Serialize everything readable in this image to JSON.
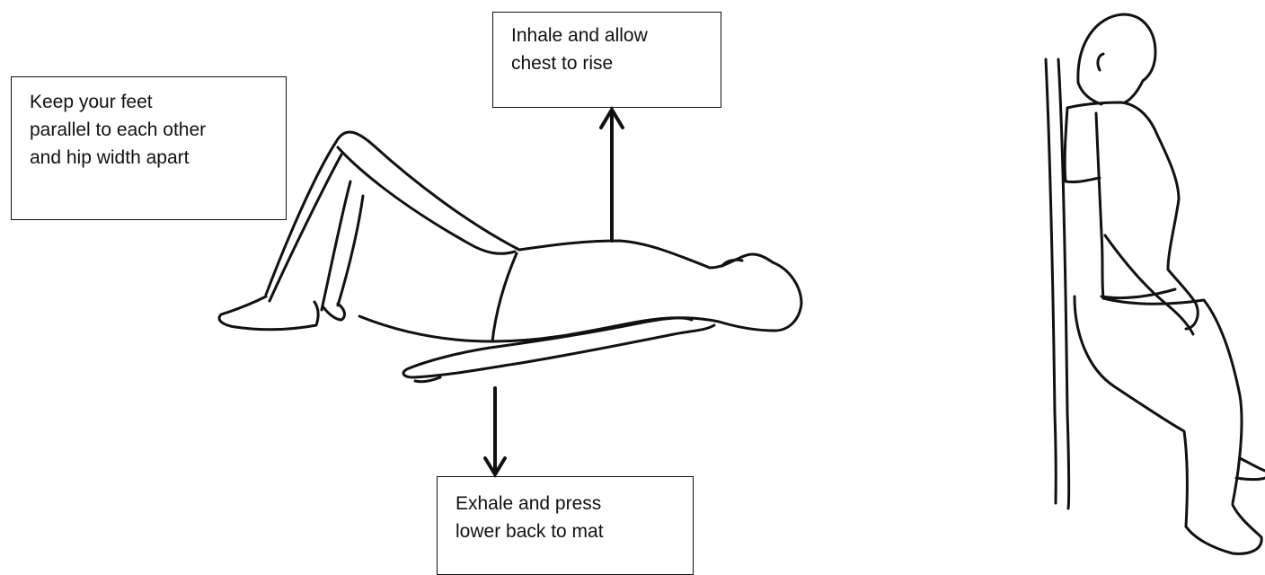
{
  "callouts": {
    "feet": {
      "lines": [
        "Keep your feet",
        "parallel to each other",
        "and hip width apart"
      ]
    },
    "inhale": {
      "lines": [
        "Inhale and allow",
        "chest to rise"
      ]
    },
    "exhale": {
      "lines": [
        "Exhale and press",
        "lower back to mat"
      ]
    }
  },
  "figures": {
    "left": "lying-pelvic-tilt-figure",
    "right": "seated-wall-figure"
  }
}
